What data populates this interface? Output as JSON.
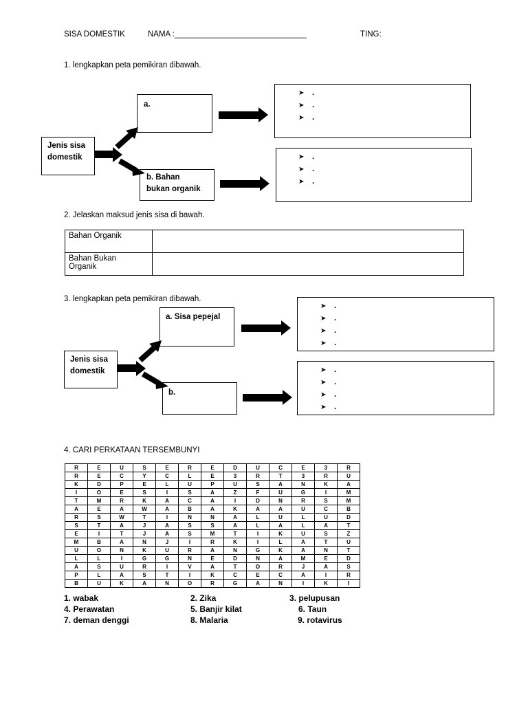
{
  "header": {
    "subject": "SISA DOMESTIK",
    "name_label": "NAMA :______________________________",
    "class_label": "TING:"
  },
  "q1": {
    "instruction": "1. lengkapkan peta pemikiran dibawah.",
    "root": [
      "Jenis sisa",
      "domestik"
    ],
    "branch_a": "a.",
    "branch_b": [
      "b. Bahan",
      "bukan organik"
    ],
    "bullets_a": [
      ".",
      ".",
      "."
    ],
    "bullets_b": [
      ".",
      ".",
      "."
    ]
  },
  "q2": {
    "instruction": "2. Jelaskan maksud jenis sisa di bawah.",
    "rows": [
      {
        "label": [
          "Bahan Organik"
        ],
        "answer": ""
      },
      {
        "label": [
          "Bahan Bukan",
          "Organik"
        ],
        "answer": ""
      }
    ]
  },
  "q3": {
    "instruction": "3. lengkapkan peta pemikiran dibawah.",
    "root": [
      "Jenis sisa",
      "domestik"
    ],
    "branch_a": "a. Sisa pepejal",
    "branch_b": "b.",
    "bullets_a": [
      ".",
      ".",
      ".",
      "."
    ],
    "bullets_b": [
      ".",
      ".",
      ".",
      "."
    ]
  },
  "q4": {
    "instruction": "4. CARI PERKATAAN TERSEMBUNYI",
    "grid": [
      [
        "R",
        "E",
        "U",
        "S",
        "E",
        "R",
        "E",
        "D",
        "U",
        "C",
        "E",
        "3",
        "R"
      ],
      [
        "R",
        "E",
        "C",
        "Y",
        "C",
        "L",
        "E",
        "3",
        "R",
        "T",
        "3",
        "R",
        "U"
      ],
      [
        "K",
        "D",
        "P",
        "E",
        "L",
        "U",
        "P",
        "U",
        "S",
        "A",
        "N",
        "K",
        "A"
      ],
      [
        "I",
        "O",
        "E",
        "S",
        "I",
        "S",
        "A",
        "Z",
        "F",
        "U",
        "G",
        "I",
        "M"
      ],
      [
        "T",
        "M",
        "R",
        "K",
        "A",
        "C",
        "A",
        "I",
        "D",
        "N",
        "R",
        "S",
        "M"
      ],
      [
        "A",
        "E",
        "A",
        "W",
        "A",
        "B",
        "A",
        "K",
        "A",
        "A",
        "U",
        "C",
        "B"
      ],
      [
        "R",
        "S",
        "W",
        "T",
        "I",
        "N",
        "N",
        "A",
        "L",
        "U",
        "L",
        "U",
        "D"
      ],
      [
        "S",
        "T",
        "A",
        "J",
        "A",
        "S",
        "S",
        "A",
        "L",
        "A",
        "L",
        "A",
        "T"
      ],
      [
        "E",
        "I",
        "T",
        "J",
        "A",
        "S",
        "M",
        "T",
        "I",
        "K",
        "U",
        "S",
        "Z"
      ],
      [
        "M",
        "B",
        "A",
        "N",
        "J",
        "I",
        "R",
        "K",
        "I",
        "L",
        "A",
        "T",
        "U"
      ],
      [
        "U",
        "O",
        "N",
        "K",
        "U",
        "R",
        "A",
        "N",
        "G",
        "K",
        "A",
        "N",
        "T"
      ],
      [
        "L",
        "L",
        "I",
        "G",
        "G",
        "N",
        "E",
        "D",
        "N",
        "A",
        "M",
        "E",
        "D"
      ],
      [
        "A",
        "S",
        "U",
        "R",
        "I",
        "V",
        "A",
        "T",
        "O",
        "R",
        "J",
        "A",
        "S"
      ],
      [
        "P",
        "L",
        "A",
        "S",
        "T",
        "I",
        "K",
        "C",
        "E",
        "C",
        "A",
        "I",
        "R"
      ],
      [
        "B",
        "U",
        "K",
        "A",
        "N",
        "O",
        "R",
        "G",
        "A",
        "N",
        "I",
        "K",
        "I"
      ]
    ],
    "words": [
      [
        "1. wabak",
        "2. Zika",
        "3. pelupusan"
      ],
      [
        "4. Perawatan",
        "5. Banjir kilat",
        "6. Taun"
      ],
      [
        "7. deman denggi",
        "8. Malaria",
        "9. rotavirus"
      ]
    ]
  }
}
